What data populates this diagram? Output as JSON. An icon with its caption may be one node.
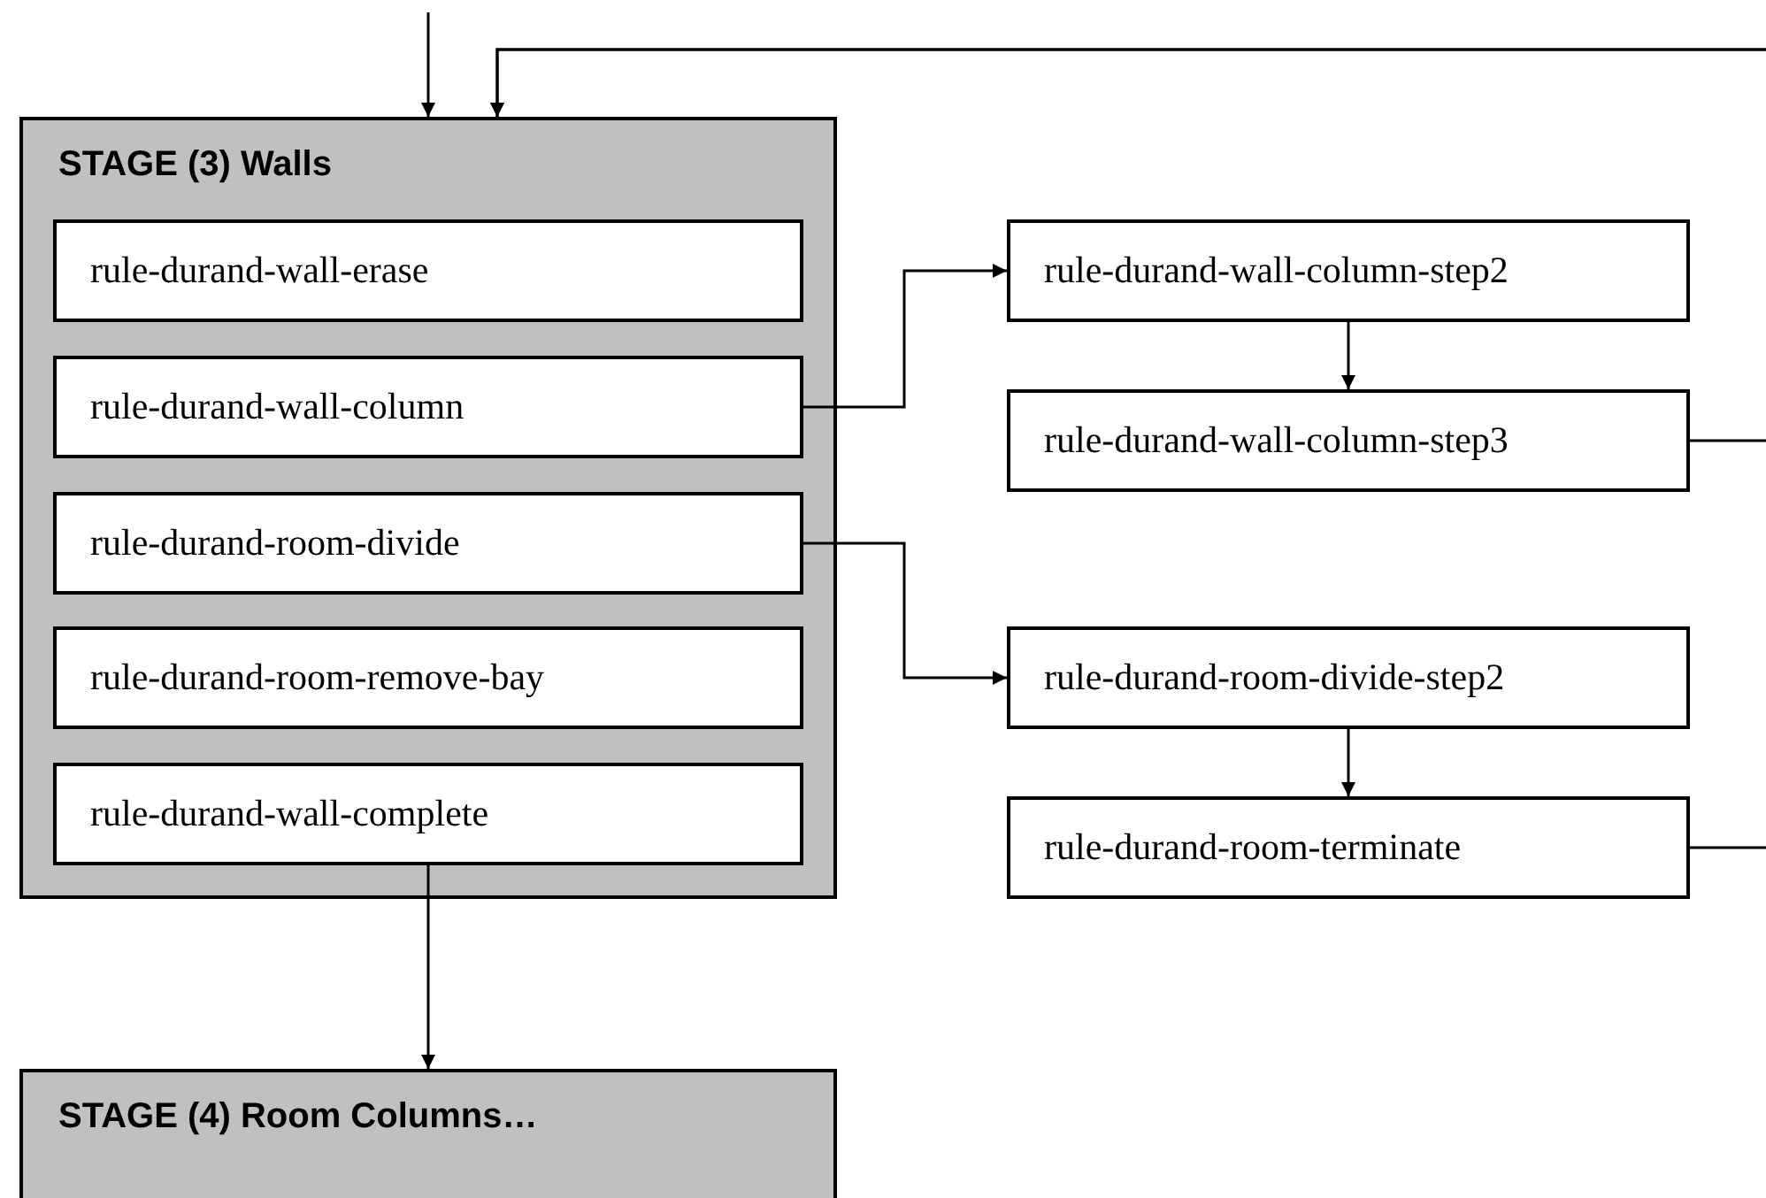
{
  "diagram": {
    "nodes": [
      {
        "text": [
          "STAGE (3) Walls"
        ]
      },
      {
        "text": [
          "rule-durand-wall-erase"
        ],
        "in": 0
      },
      {
        "text": [
          "rule-durand-wall-column"
        ],
        "in": 0
      },
      {
        "text": [
          "rule-durand-room-divide"
        ],
        "in": 0
      },
      {
        "text": [
          "rule-durand-room-remove-bay"
        ],
        "in": 0
      },
      {
        "text": [
          "rule-durand-wall-complete"
        ],
        "in": 0
      },
      {
        "text": [
          "rule-durand-wall-column-step2"
        ]
      },
      {
        "text": [
          "rule-durand-wall-column-step3"
        ]
      },
      {
        "text": [
          "rule-durand-room-divide-step2"
        ]
      },
      {
        "text": [
          "rule-durand-room-terminate"
        ]
      },
      {
        "text": [
          "STAGE (4) Room Columns…"
        ]
      }
    ],
    "edges": [
      {
        "from": null,
        "to": 0,
        "arrow": "to"
      },
      {
        "from": 7,
        "to": 0,
        "arrow": "to"
      },
      {
        "from": 9,
        "to": 0,
        "arrow": "to"
      },
      {
        "from": 2,
        "to": 6,
        "arrow": "to"
      },
      {
        "from": 6,
        "to": 7,
        "arrow": "to"
      },
      {
        "from": 3,
        "to": 8,
        "arrow": "to"
      },
      {
        "from": 8,
        "to": 9,
        "arrow": "to"
      },
      {
        "from": 5,
        "to": 10,
        "arrow": "to"
      }
    ]
  }
}
